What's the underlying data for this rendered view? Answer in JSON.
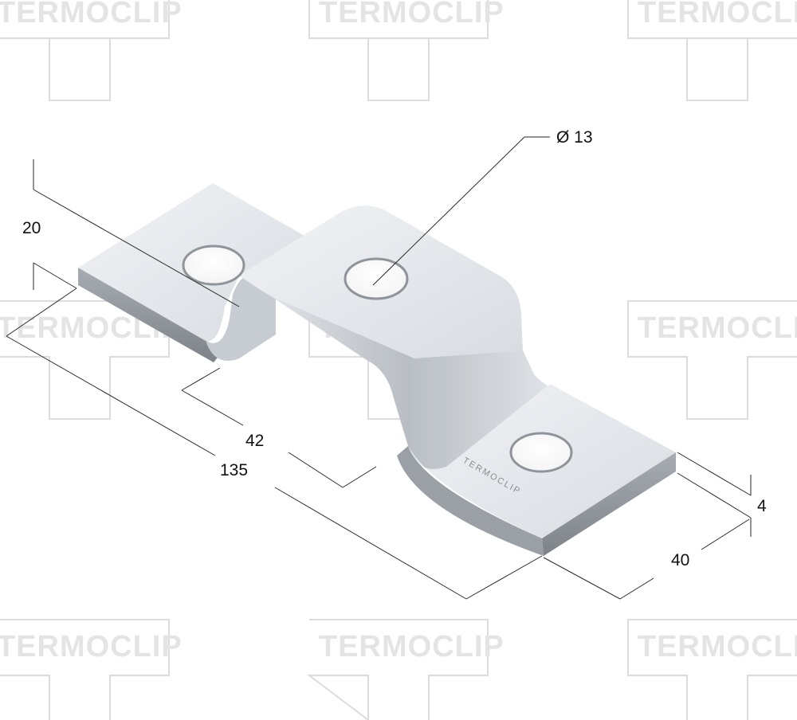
{
  "watermark": {
    "brand": "TERMOCLIP"
  },
  "part": {
    "engraving": "TERMOCLIP"
  },
  "dimensions": {
    "hole_diameter": "Ø 13",
    "height": "20",
    "bend_width": "42",
    "total_length": "135",
    "thickness": "4",
    "width": "40"
  },
  "colors": {
    "metal_light": "#e9ecf0",
    "metal_mid": "#c9ced4",
    "metal_dark": "#8f949a",
    "dimension": "#2a2a2a",
    "watermark": "#e4e4e4"
  }
}
